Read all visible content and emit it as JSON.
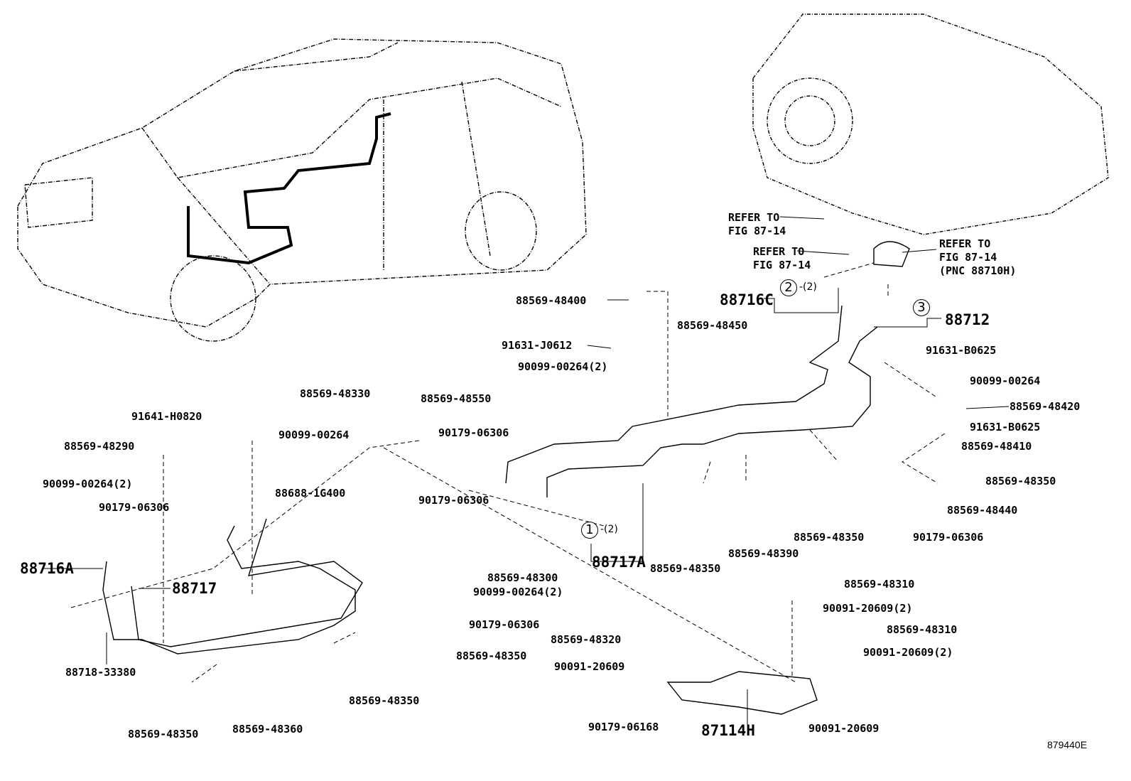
{
  "title": "Toyota parts diagram – air conditioner tubes and clamps",
  "figure_code": "879440E",
  "parts": [
    "88569-48400",
    "91631-J0612",
    "90099-00264(2)",
    "88716C",
    "88569-48450",
    "88712",
    "91631-B0625",
    "90099-00264",
    "88569-48420",
    "91631-B0625",
    "88569-48410",
    "88569-48350",
    "88569-48440",
    "90179-06306",
    "88569-48350",
    "88569-48390",
    "88569-48350",
    "88717A",
    "88569-48550",
    "90179-06306",
    "90179-06306",
    "88569-48330",
    "91641-H0820",
    "90099-00264",
    "88569-48290",
    "90099-00264(2)",
    "90179-06306",
    "88688-1G400",
    "88716A",
    "88717",
    "88718-33380",
    "88569-48350",
    "88569-48360",
    "88569-48350",
    "88569-48300",
    "90099-00264(2)",
    "90179-06306",
    "88569-48350",
    "88569-48310",
    "90091-20609(2)",
    "88569-48310",
    "90091-20609(2)",
    "88569-48320",
    "90091-20609",
    "90179-06168",
    "87114H",
    "90091-20609"
  ],
  "refers": [
    "REFER TO\nFIG 87-14",
    "REFER TO\nFIG 87-14",
    "REFER TO\nFIG 87-14\n(PNC 88710H)"
  ],
  "callouts": [
    {
      "num": "2",
      "qty": "-(2)"
    },
    {
      "num": "3",
      "qty": ""
    },
    {
      "num": "1",
      "qty": "-(2)"
    }
  ]
}
